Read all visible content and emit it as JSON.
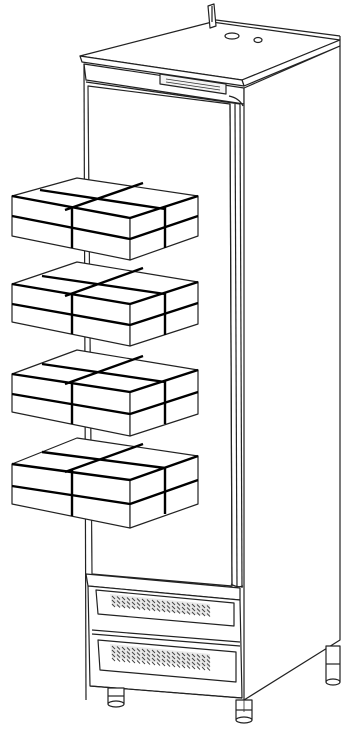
{
  "figure": {
    "subject": "upright-refrigerator-with-shelved-boxes",
    "box_stack_count": 4,
    "door_count": 1,
    "vent_grille_count": 2,
    "leg_count": 4
  },
  "colors": {
    "line": "#222222",
    "heavy_line": "#000000",
    "background": "#ffffff",
    "vent": "#666666"
  }
}
